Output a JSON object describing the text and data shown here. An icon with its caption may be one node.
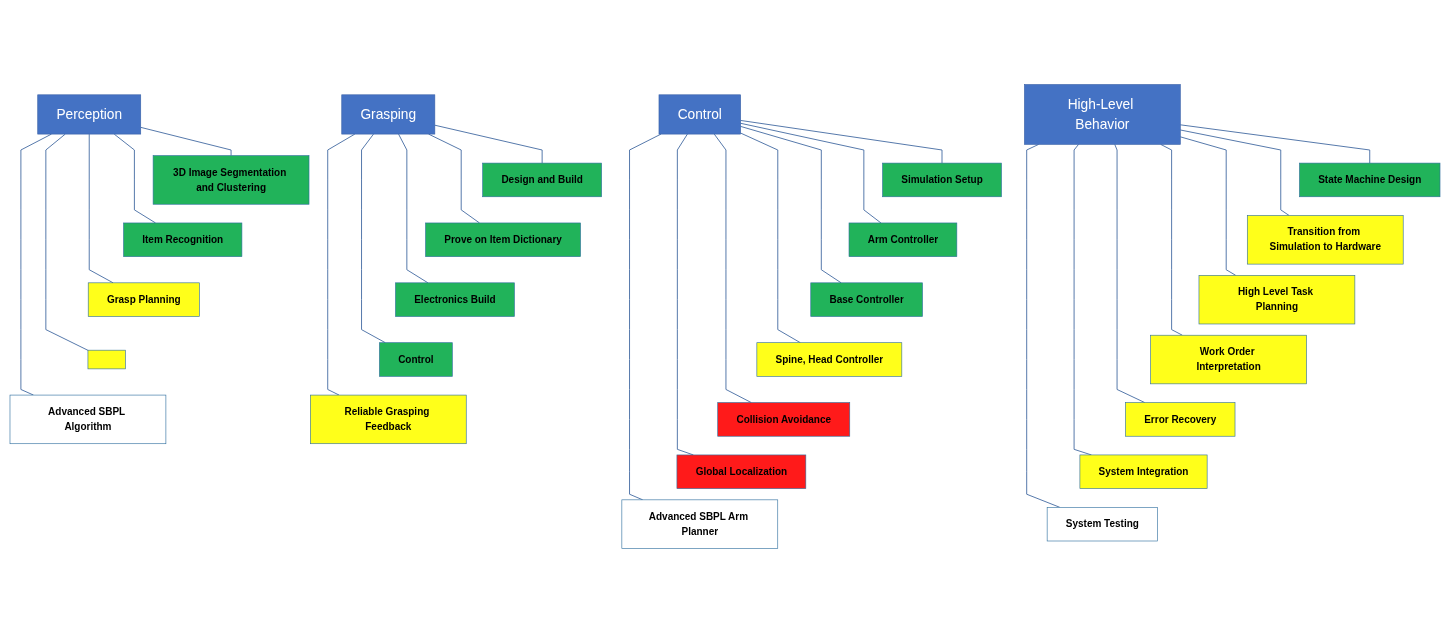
{
  "diagram": {
    "nodes": [
      {
        "text": [
          "Perception"
        ]
      },
      {
        "text": [
          "3D Image Segmentation and Clustering"
        ]
      },
      {
        "text": [
          "Item Recognition"
        ]
      },
      {
        "text": [
          "Grasp Planning"
        ]
      },
      {
        "text": [],
        "shape": "box"
      },
      {
        "text": [
          "Advanced SBPL Algorithm"
        ]
      },
      {
        "text": [
          "Grasping"
        ]
      },
      {
        "text": [
          "Design and Build"
        ]
      },
      {
        "text": [
          "Prove on Item Dictionary"
        ]
      },
      {
        "text": [
          "Electronics Build"
        ]
      },
      {
        "text": [
          "Control"
        ]
      },
      {
        "text": [
          "Reliable Grasping Feedback"
        ]
      },
      {
        "text": [
          "Control"
        ]
      },
      {
        "text": [
          "Simulation Setup"
        ]
      },
      {
        "text": [
          "Arm Controller"
        ]
      },
      {
        "text": [
          "Base Controller"
        ]
      },
      {
        "text": [
          "Spine, Head Controller"
        ]
      },
      {
        "text": [
          "Collision Avoidance"
        ]
      },
      {
        "text": [
          "Global Localization"
        ]
      },
      {
        "text": [
          "Advanced SBPL Arm Planner"
        ]
      },
      {
        "text": [
          "High-Level Behavior"
        ]
      },
      {
        "text": [
          "State Machine Design"
        ]
      },
      {
        "text": [
          "Transition from Simulation to Hardware"
        ]
      },
      {
        "text": [
          "High Level Task Planning"
        ]
      },
      {
        "text": [
          "Work Order Interpretation"
        ]
      },
      {
        "text": [
          "Error Recovery"
        ]
      },
      {
        "text": [
          "System Integration"
        ]
      },
      {
        "text": [
          "System Testing"
        ]
      }
    ],
    "edges": [
      {
        "from": 0,
        "to": 1,
        "arrow": "none"
      },
      {
        "from": 0,
        "to": 2,
        "arrow": "none"
      },
      {
        "from": 0,
        "to": 3,
        "arrow": "none"
      },
      {
        "from": 0,
        "to": 4,
        "arrow": "none"
      },
      {
        "from": 0,
        "to": 5,
        "arrow": "none"
      },
      {
        "from": 6,
        "to": 7,
        "arrow": "none"
      },
      {
        "from": 6,
        "to": 8,
        "arrow": "none"
      },
      {
        "from": 6,
        "to": 9,
        "arrow": "none"
      },
      {
        "from": 6,
        "to": 10,
        "arrow": "none"
      },
      {
        "from": 6,
        "to": 11,
        "arrow": "none"
      },
      {
        "from": 12,
        "to": 13,
        "arrow": "none"
      },
      {
        "from": 12,
        "to": 14,
        "arrow": "none"
      },
      {
        "from": 12,
        "to": 15,
        "arrow": "none"
      },
      {
        "from": 12,
        "to": 16,
        "arrow": "none"
      },
      {
        "from": 12,
        "to": 17,
        "arrow": "none"
      },
      {
        "from": 12,
        "to": 18,
        "arrow": "none"
      },
      {
        "from": 12,
        "to": 19,
        "arrow": "none"
      },
      {
        "from": 20,
        "to": 21,
        "arrow": "none"
      },
      {
        "from": 20,
        "to": 22,
        "arrow": "none"
      },
      {
        "from": 20,
        "to": 23,
        "arrow": "none"
      },
      {
        "from": 20,
        "to": 24,
        "arrow": "none"
      },
      {
        "from": 20,
        "to": 25,
        "arrow": "none"
      },
      {
        "from": 20,
        "to": 26,
        "arrow": "none"
      },
      {
        "from": 20,
        "to": 27,
        "arrow": "none"
      }
    ]
  }
}
